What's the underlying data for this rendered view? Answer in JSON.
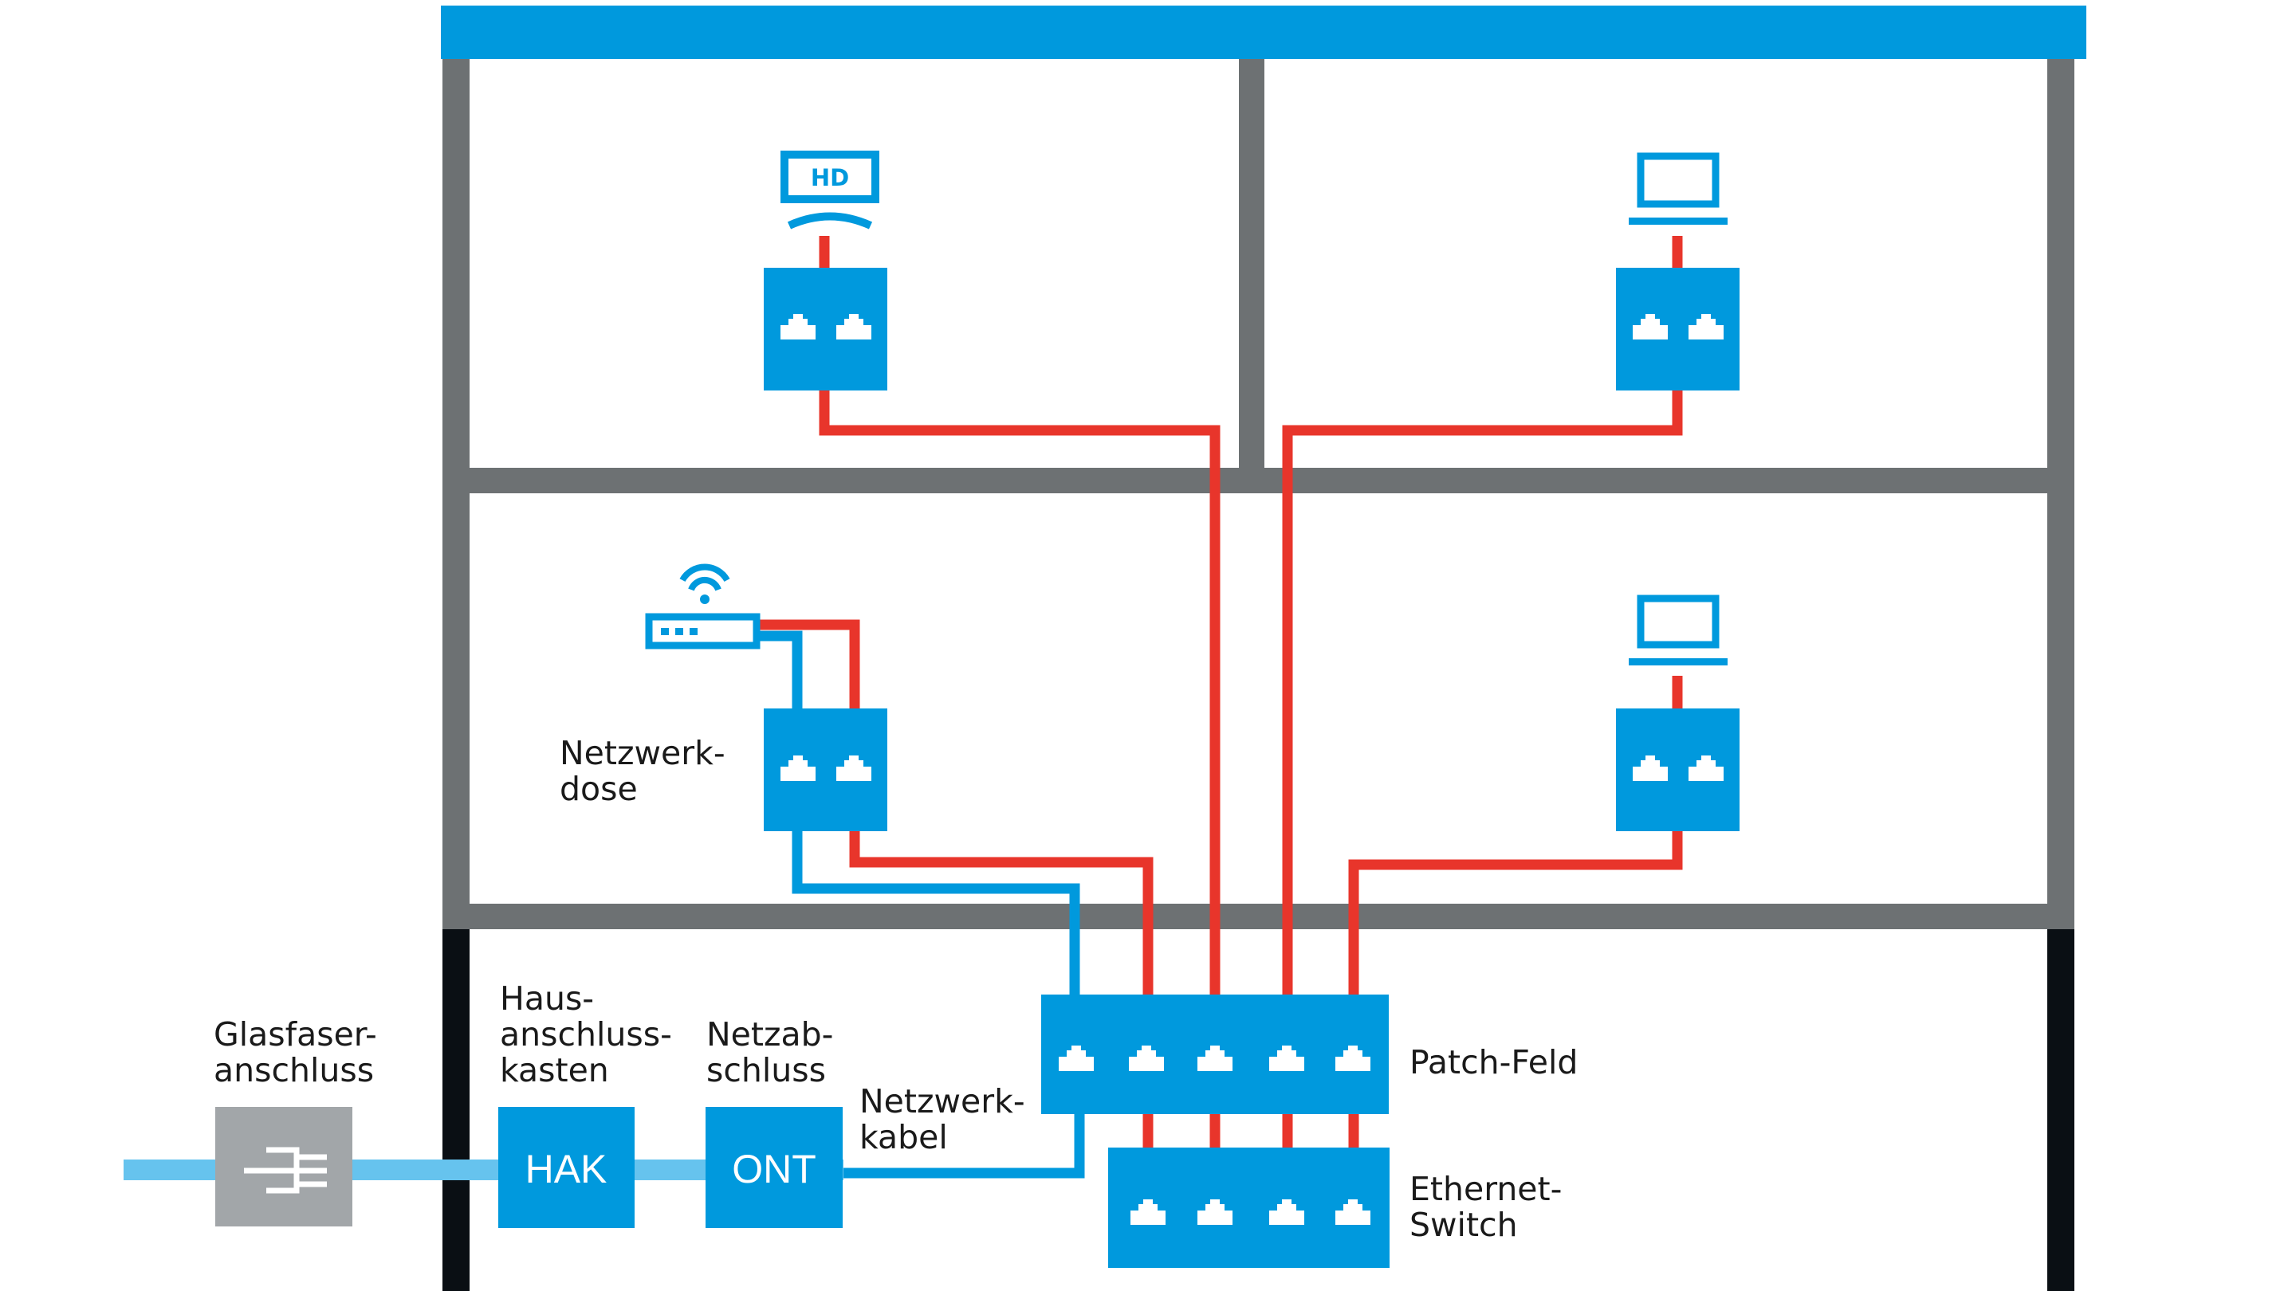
{
  "labels": {
    "glasfaser_line1": "Glasfaser-",
    "glasfaser_line2": "anschluss",
    "hak_line1": "Haus-",
    "hak_line2": "anschluss-",
    "hak_line3": "kasten",
    "ont_line1": "Netzab-",
    "ont_line2": "schluss",
    "netzwerkkabel_line1": "Netzwerk-",
    "netzwerkkabel_line2": "kabel",
    "netzwerkdose_line1": "Netzwerk-",
    "netzwerkdose_line2": "dose",
    "patchfeld": "Patch-Feld",
    "switch_line1": "Ethernet-",
    "switch_line2": "Switch"
  },
  "boxes": {
    "hak": "HAK",
    "ont": "ONT"
  },
  "icons": {
    "tv": "hd-tv-icon",
    "tv_text": "HD",
    "laptop": "laptop-icon",
    "router": "wifi-router-icon",
    "fiber": "fiber-plug-icon",
    "port": "ethernet-port-icon"
  },
  "colors": {
    "blue": "#0099dd",
    "light_blue": "#66c3ee",
    "red": "#e8352b",
    "wall_grey": "#6d7173",
    "wall_dark": "#0a0f14",
    "roof": "#0099dd",
    "fiber_box": "#a2a6a9"
  }
}
